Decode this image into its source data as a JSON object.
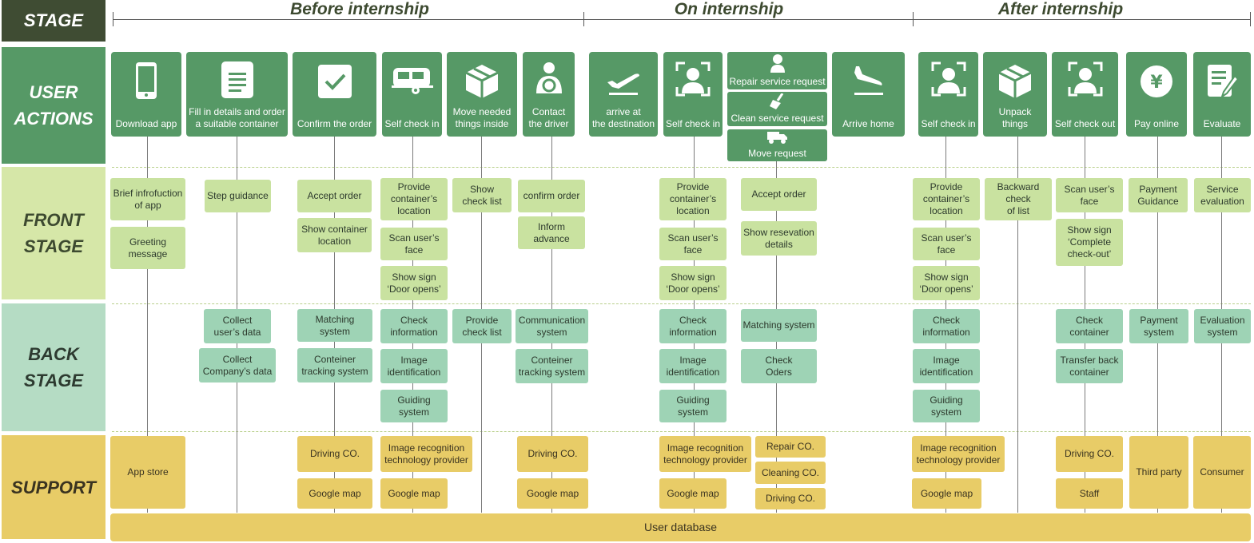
{
  "lanes": {
    "stage": "STAGE",
    "user_actions": "USER\nACTIONS",
    "front_stage": "FRONT\nSTAGE",
    "back_stage": "BACK\nSTAGE",
    "support": "SUPPORT"
  },
  "phases": {
    "before": "Before internship",
    "on": "On internship",
    "after": "After internship"
  },
  "actions": {
    "download_app": "Download app",
    "fill_details": "Fill in details and order\na suitable container",
    "confirm_order": "Confirm the order",
    "self_check_in_1": "Self check in",
    "move_things": "Move needed\nthings  inside",
    "contact_driver": "Contact\nthe driver",
    "arrive_destination": "arrive at\nthe destination",
    "self_check_in_2": "Self check in",
    "repair_request": "Repair service request",
    "clean_request": "Clean service request",
    "move_request": "Move request",
    "arrive_home": "Arrive home",
    "self_check_in_3": "Self check in",
    "unpack": "Unpack things",
    "self_check_out": "Self check out",
    "pay_online": "Pay online",
    "evaluate": "Evaluate"
  },
  "front": {
    "brief_intro": "Brief infrofuction\nof app",
    "greeting": "Greeting\nmessage",
    "step_guidance": "Step guidance",
    "accept_order_1": "Accept order",
    "show_container_location": "Show container\nlocation",
    "provide_location_1": "Provide\ncontainer’s\nlocation",
    "scan_face_1": "Scan user’s face",
    "door_opens_1": "Show  sign\n‘Door opens’",
    "show_check_list": "Show\ncheck list",
    "confirm_order": "confirm order",
    "inform_advance": "Inform advance",
    "provide_location_2": "Provide\ncontainer’s\nlocation",
    "scan_face_2": "Scan user’s face",
    "door_opens_2": "Show  sign\n‘Door opens’",
    "accept_order_2": "Accept order",
    "show_reservation": "Show resevation\ndetails",
    "provide_location_3": "Provide\ncontainer’s\nlocation",
    "scan_face_3": "Scan user’s face",
    "door_opens_3": "Show  sign\n‘Door opens’",
    "backward_check": "Backward check\nof list",
    "scan_face_4": "Scan user’s face",
    "complete_checkout": "Show  sign\n‘Complete\ncheck-out’",
    "payment_guidance": "Payment\nGuidance",
    "service_evaluation": "Service\nevaluation"
  },
  "back": {
    "collect_user": "Collect\nuser’s data",
    "collect_company": "Collect\nCompany’s data",
    "matching_1": "Matching system",
    "tracking_1": "Conteiner\ntracking system",
    "check_info_1": "Check\ninformation",
    "image_id_1": "Image\nidentification",
    "guiding_1": "Guiding system",
    "provide_check_list": "Provide\ncheck list",
    "communication": "Communication\nsystem",
    "tracking_2": "Conteiner\ntracking system",
    "check_info_2": "Check\ninformation",
    "image_id_2": "Image\nidentification",
    "guiding_2": "Guiding system",
    "matching_2": "Matching system",
    "check_orders": "Check\nOders",
    "check_info_3": "Check\ninformation",
    "image_id_3": "Image\nidentification",
    "guiding_3": "Guiding system",
    "check_container": "Check\ncontainer",
    "transfer_back": "Transfer back\ncontainer",
    "payment_system": "Payment\nsystem",
    "evaluation_system": "Evaluation\nsystem"
  },
  "support": {
    "app_store": "App store",
    "driving_1": "Driving CO.",
    "google_1": "Google map",
    "image_rec_1": "Image recognition\ntechnology provider",
    "google_2": "Google map",
    "driving_2": "Driving CO.",
    "google_3": "Google map",
    "image_rec_2": "Image recognition\ntechnology provider",
    "google_4": "Google map",
    "repair_co": "Repair CO.",
    "cleaning_co": "Cleaning CO.",
    "driving_3": "Driving CO.",
    "image_rec_3": "Image recognition\ntechnology provider",
    "google_5": "Google map",
    "driving_4": "Driving CO.",
    "staff": "Staff",
    "third_party": "Third party",
    "consumer": "Consumer",
    "user_database": "User database"
  },
  "colors": {
    "stage_dark": "#3f4c33",
    "user_actions": "#569966",
    "front_stage": "#d6e7a8",
    "back_stage": "#b5dcc4",
    "support": "#e8cc67",
    "front_box": "#c9e2a0",
    "back_box": "#9ed3b5"
  }
}
